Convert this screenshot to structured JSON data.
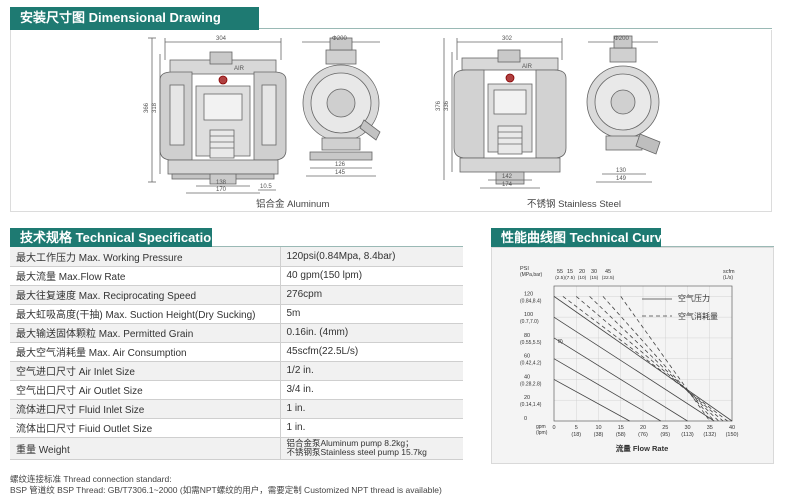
{
  "dimensional": {
    "title": "安装尺寸图 Dimensional Drawing",
    "aluminum_caption": "铝合金 Aluminum",
    "stainless_caption": "不锈钢 Stainless Steel",
    "alu_dims": {
      "width_top": "304",
      "diam": "Φ200",
      "h1": "366",
      "h2": "318",
      "b1": "138",
      "b2": "170",
      "b3": "10.5",
      "s1": "126",
      "s2": "145"
    },
    "ss_dims": {
      "width_top": "302",
      "diam": "Φ200",
      "h1": "376",
      "h2": "336",
      "b1": "142",
      "b2": "174",
      "s1": "130",
      "s2": "149"
    },
    "air_label": "AIR"
  },
  "specs": {
    "title": "技术规格 Technical Specifications",
    "rows": [
      {
        "label": "最大工作压力  Max. Working Pressure",
        "value": "120psi(0.84Mpa, 8.4bar)"
      },
      {
        "label": "最大流量  Max.Flow Rate",
        "value": "40 gpm(150 lpm)"
      },
      {
        "label": "最大往复速度  Max. Reciprocating Speed",
        "value": "276cpm"
      },
      {
        "label": "最大虹吸高度(干抽)  Max. Suction Height(Dry Sucking)",
        "value": "5m"
      },
      {
        "label": "最大输送固体颗粒  Max. Permitted Grain",
        "value": "0.16in. (4mm)"
      },
      {
        "label": "最大空气消耗量  Max. Air Consumption",
        "value": "45scfm(22.5L/s)"
      },
      {
        "label": "空气进口尺寸  Air Inlet Size",
        "value": "1/2 in."
      },
      {
        "label": "空气出口尺寸  Air Outlet Size",
        "value": "3/4 in."
      },
      {
        "label": "流体进口尺寸  Fluid Inlet Size",
        "value": "1 in."
      },
      {
        "label": "流体出口尺寸  Fiuid Outlet Size",
        "value": "1 in."
      }
    ],
    "weight_label": "重量  Weight",
    "weight_line1": "铝合金泵Aluminum pump 8.2kg；",
    "weight_line2": "不锈钢泵Stainless steel pump 15.7kg"
  },
  "notes": {
    "line1": "螺纹连接标准 Thread connection standard:",
    "line2": "BSP 管道纹 BSP Thread: GB/T7306.1~2000 (如需NPT螺纹的用户，需要定制 Customized NPT thread is available)"
  },
  "curve": {
    "title": "性能曲线图 Technical Curve",
    "y_unit": "PSI\n(MPa,bar)",
    "y_ticks": [
      "120\n(0.84,8.4)",
      "100\n(0.7,7.0)",
      "80\n(0.55,5.5)",
      "60\n(0.42,4.2)",
      "40\n(0.28,2.8)",
      "20\n(0.14,1.4)",
      "0"
    ],
    "x_ticks_gpm": [
      "0",
      "5",
      "10",
      "15",
      "20",
      "25",
      "30",
      "35",
      "40"
    ],
    "x_ticks_lpm": [
      "",
      "(18)",
      "(38)",
      "(58)",
      "(76)",
      "(95)",
      "(113)",
      "(132)",
      "(150)"
    ],
    "x_unit": "gpm\n(lpm)",
    "x_label": "流量 Flow Rate",
    "top_scale": [
      "55",
      "15",
      "20",
      "30",
      "45"
    ],
    "top_scale_sub": [
      "(2.5)",
      "(7.5)",
      "(10)",
      "(15)",
      "(22.5)"
    ],
    "top_unit": "scfm\n(L/s)",
    "legend_solid": "空气压力",
    "legend_dashed": "空气消耗量",
    "left_mark": "8)"
  },
  "chart_data": {
    "type": "line",
    "title": "性能曲线图 Technical Curve",
    "xlabel": "流量 Flow Rate (gpm)",
    "ylabel": "PSI",
    "xlim": [
      0,
      40
    ],
    "ylim": [
      0,
      130
    ],
    "series": [
      {
        "name": "空气压力",
        "style": "solid",
        "points": [
          [
            0,
            120
          ],
          [
            40,
            0
          ]
        ]
      },
      {
        "name": "空气压力",
        "style": "solid",
        "points": [
          [
            0,
            100
          ],
          [
            36,
            0
          ]
        ]
      },
      {
        "name": "空气压力",
        "style": "solid",
        "points": [
          [
            0,
            80
          ],
          [
            30,
            0
          ]
        ]
      },
      {
        "name": "空气压力",
        "style": "solid",
        "points": [
          [
            0,
            60
          ],
          [
            24,
            0
          ]
        ]
      },
      {
        "name": "空气压力",
        "style": "solid",
        "points": [
          [
            0,
            40
          ],
          [
            17,
            0
          ]
        ]
      },
      {
        "name": "空气消耗量",
        "style": "dashed",
        "points": [
          [
            2,
            120
          ],
          [
            39,
            0
          ]
        ]
      },
      {
        "name": "空气消耗量",
        "style": "dashed",
        "points": [
          [
            5,
            120
          ],
          [
            38,
            0
          ]
        ]
      },
      {
        "name": "空气消耗量",
        "style": "dashed",
        "points": [
          [
            8,
            120
          ],
          [
            37,
            0
          ]
        ]
      },
      {
        "name": "空气消耗量",
        "style": "dashed",
        "points": [
          [
            11,
            120
          ],
          [
            36,
            0
          ]
        ]
      },
      {
        "name": "空气消耗量",
        "style": "dashed",
        "points": [
          [
            15,
            120
          ],
          [
            35,
            0
          ]
        ]
      }
    ]
  }
}
